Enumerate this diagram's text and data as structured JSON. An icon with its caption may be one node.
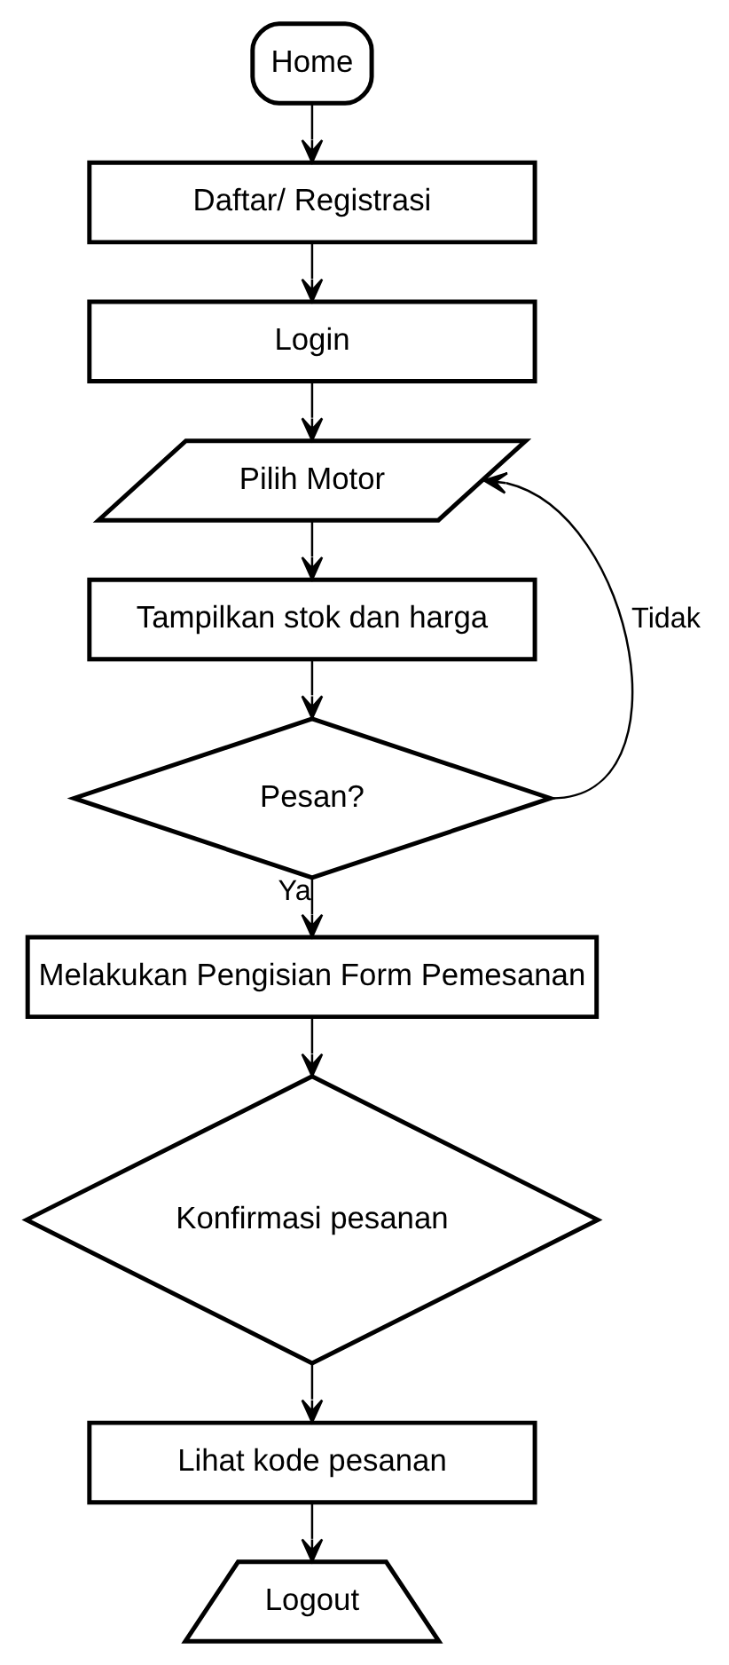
{
  "diagram": {
    "nodes": [
      {
        "text": [
          "Home"
        ]
      },
      {
        "text": [
          "Daftar/ Registrasi"
        ]
      },
      {
        "text": [
          "Login"
        ]
      },
      {
        "text": [
          "Pilih Motor"
        ]
      },
      {
        "text": [
          "Tampilkan stok dan harga"
        ]
      },
      {
        "text": [
          "Pesan?"
        ]
      },
      {
        "text": [
          "Melakukan Pengisian Form Pemesanan"
        ]
      },
      {
        "text": [
          "Konfirmasi pesanan"
        ]
      },
      {
        "text": [
          "Lihat kode pesanan"
        ]
      },
      {
        "text": [
          "Logout"
        ]
      }
    ],
    "edges": [
      {
        "from": 0,
        "to": 1,
        "arrow": "to"
      },
      {
        "from": 1,
        "to": 2,
        "arrow": "to"
      },
      {
        "from": 2,
        "to": 3,
        "arrow": "to"
      },
      {
        "from": 3,
        "to": 4,
        "arrow": "to"
      },
      {
        "from": 4,
        "to": 5,
        "arrow": "to"
      },
      {
        "from": 5,
        "to": 6,
        "arrow": "to",
        "label": "Ya"
      },
      {
        "from": 5,
        "to": 3,
        "arrow": "to",
        "label": "Tidak"
      },
      {
        "from": 6,
        "to": 7,
        "arrow": "to"
      },
      {
        "from": 7,
        "to": 8,
        "arrow": "to"
      },
      {
        "from": 8,
        "to": 9,
        "arrow": "to"
      }
    ]
  }
}
